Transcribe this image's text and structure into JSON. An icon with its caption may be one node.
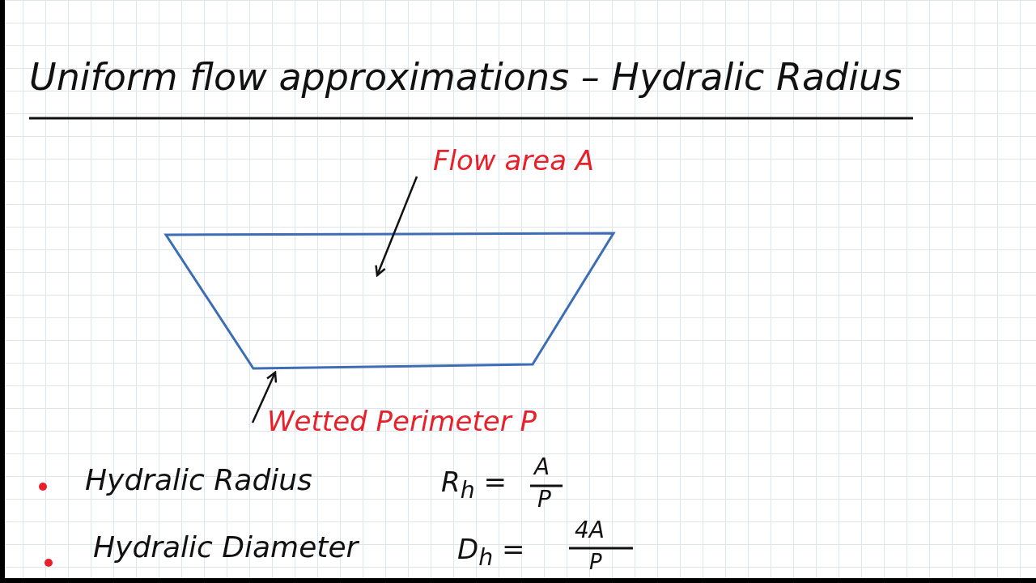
{
  "diagram": {
    "title": "Uniform flow approximations – Hydralic Radius",
    "nodes": [
      {
        "text": [
          "Flow area A"
        ]
      },
      {
        "text": [],
        "shape": "trapezoid"
      },
      {
        "text": [
          "Wetted Perimeter P"
        ]
      }
    ],
    "edges": [
      {
        "from": 0,
        "to": 1,
        "arrow": "to"
      },
      {
        "from": 2,
        "to": 1,
        "arrow": "to"
      }
    ],
    "labels": [
      "Hydralic Radius",
      "R$_{h}$ =",
      "A",
      "P",
      "Hydralic Diameter",
      "D$_{h}$ =",
      "4A",
      "P"
    ]
  }
}
